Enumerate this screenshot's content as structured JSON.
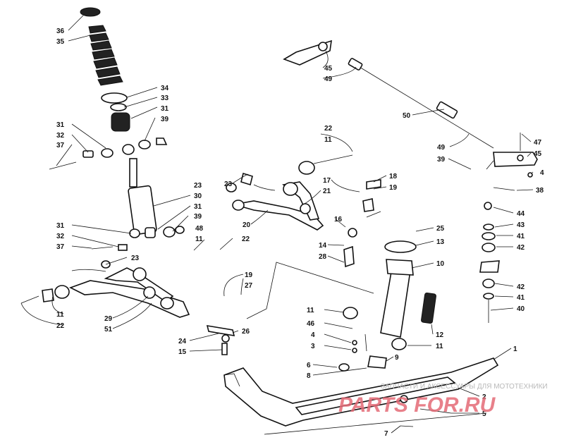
{
  "diagram": {
    "labels": {
      "l36": "36",
      "l35": "35",
      "l34": "34",
      "l33": "33",
      "l31a": "31",
      "l39a": "39",
      "l31b": "31",
      "l32a": "32",
      "l37a": "37",
      "l30": "30",
      "l31c": "31",
      "l39b": "39",
      "l23a": "23",
      "l31d": "31",
      "l32b": "32",
      "l37b": "37",
      "l48": "48",
      "l11a": "11",
      "l22a": "22",
      "l23b": "23",
      "l11b": "11",
      "l22b": "22",
      "l29": "29",
      "l51": "51",
      "l24": "24",
      "l26": "26",
      "l15": "15",
      "l19a": "19",
      "l27": "27",
      "l22c": "22",
      "l11c": "11",
      "l23c": "23",
      "l21": "21",
      "l20": "20",
      "l16": "16",
      "l14": "14",
      "l28": "28",
      "l17": "17",
      "l18": "18",
      "l19b": "19",
      "l25": "25",
      "l13": "13",
      "l10": "10",
      "l11d": "11",
      "l46": "46",
      "l4a": "4",
      "l3": "3",
      "l6": "6",
      "l8": "8",
      "l9": "9",
      "l12": "12",
      "l11e": "11",
      "l1": "1",
      "l2": "2",
      "l5": "5",
      "l7": "7",
      "l45a": "45",
      "l49a": "49",
      "l50": "50",
      "l49b": "49",
      "l47": "47",
      "l45b": "45",
      "l39c": "39",
      "l4b": "4",
      "l38": "38",
      "l44": "44",
      "l43": "43",
      "l41a": "41",
      "l42a": "42",
      "l42b": "42",
      "l41b": "41",
      "l40": "40"
    },
    "watermark": {
      "caption": "ЗАПЧАСТИ И АКСЕССУАРЫ ДЛЯ МОТОТЕХНИКИ",
      "brand": "PARTS FOR.RU"
    }
  }
}
